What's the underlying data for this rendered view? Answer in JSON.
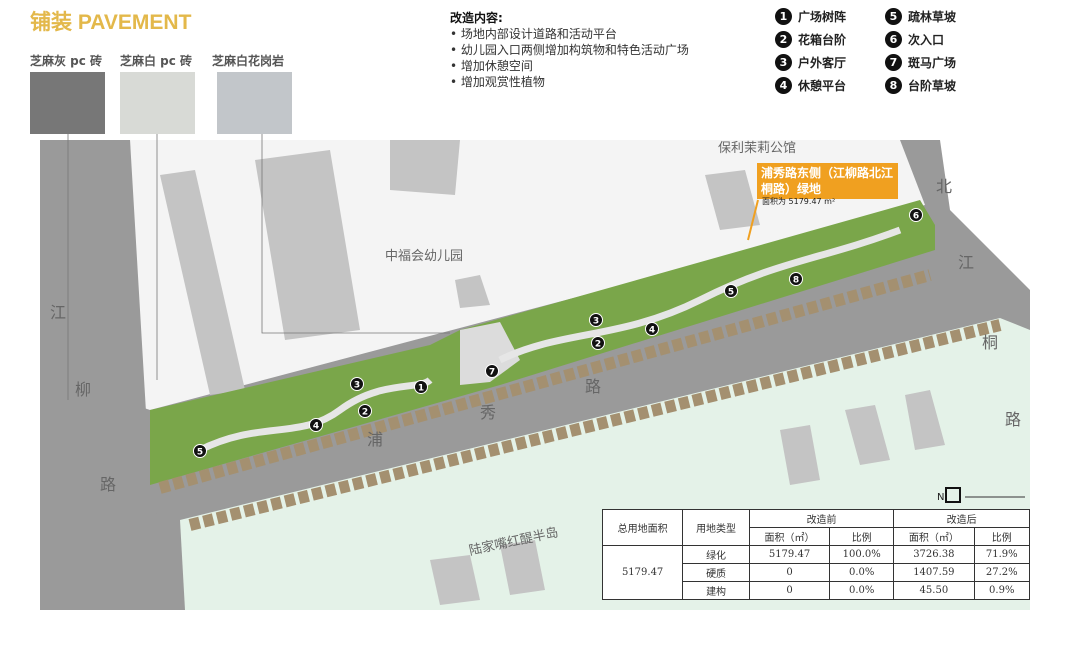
{
  "header": {
    "title": "铺装 PAVEMENT"
  },
  "swatches": [
    {
      "label": "芝麻灰 pc 砖",
      "color": "#777"
    },
    {
      "label": "芝麻白 pc 砖",
      "color": "#d8dad6"
    },
    {
      "label": "芝麻白花岗岩",
      "color": "#c2c6ca"
    }
  ],
  "changes": {
    "heading": "改造内容:",
    "items": [
      "• 场地内部设计道路和活动平台",
      "• 幼儿园入口两侧增加构筑物和特色活动广场",
      "• 增加休憩空间",
      "• 增加观赏性植物"
    ]
  },
  "legend": [
    {
      "n": "1",
      "label": "广场树阵"
    },
    {
      "n": "5",
      "label": "疏林草坡"
    },
    {
      "n": "2",
      "label": "花箱台阶"
    },
    {
      "n": "6",
      "label": "次入口"
    },
    {
      "n": "3",
      "label": "户外客厅"
    },
    {
      "n": "7",
      "label": "斑马广场"
    },
    {
      "n": "4",
      "label": "休憩平台"
    },
    {
      "n": "8",
      "label": "台阶草坡"
    }
  ],
  "map": {
    "labels": {
      "poly": "保利茉莉公馆",
      "kindergarten": "中福会幼儿园",
      "island": "陆家嘴红醍半岛",
      "road_left": [
        "江",
        "柳",
        "路"
      ],
      "road_main": [
        "浦",
        "秀",
        "路"
      ],
      "road_right": [
        "北",
        "江",
        "桐",
        "路"
      ]
    },
    "callout": {
      "title": "浦秀路东侧（江柳路北江桐路）绿地",
      "area": "面积为 5179.47 m²"
    },
    "compass": "N",
    "markers": [
      {
        "n": "1"
      },
      {
        "n": "2"
      },
      {
        "n": "3"
      },
      {
        "n": "4"
      },
      {
        "n": "5"
      },
      {
        "n": "2"
      },
      {
        "n": "3"
      },
      {
        "n": "4"
      },
      {
        "n": "5"
      },
      {
        "n": "6"
      },
      {
        "n": "7"
      },
      {
        "n": "8"
      }
    ]
  },
  "table": {
    "h_total": "总用地面积",
    "h_type": "用地类型",
    "h_before": "改造前",
    "h_after": "改造后",
    "h_area": "面积（㎡）",
    "h_ratio": "比例",
    "total": "5179.47",
    "rows": [
      {
        "type": "绿化",
        "b_area": "5179.47",
        "b_ratio": "100.0%",
        "a_area": "3726.38",
        "a_ratio": "71.9%"
      },
      {
        "type": "硬质",
        "b_area": "0",
        "b_ratio": "0.0%",
        "a_area": "1407.59",
        "a_ratio": "27.2%"
      },
      {
        "type": "建构",
        "b_area": "0",
        "b_ratio": "0.0%",
        "a_area": "45.50",
        "a_ratio": "0.9%"
      }
    ]
  }
}
